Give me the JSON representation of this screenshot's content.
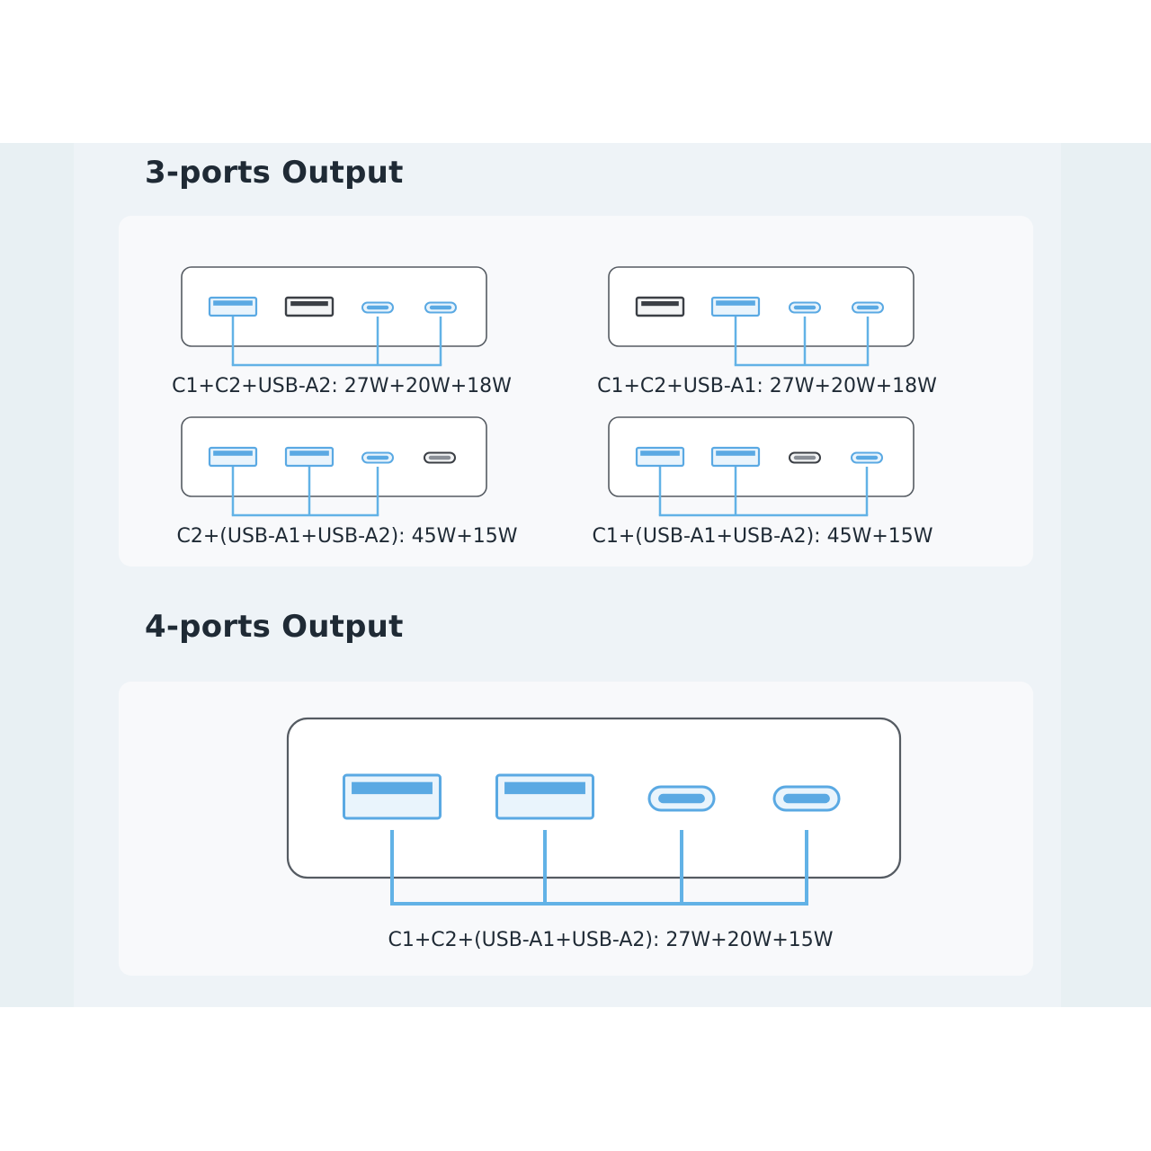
{
  "sections": [
    {
      "id": "three-ports",
      "heading": "3-ports Output",
      "configs": [
        {
          "ports": [
            {
              "kind": "usb-a",
              "active": true
            },
            {
              "kind": "usb-a",
              "active": false
            },
            {
              "kind": "usb-c",
              "active": true
            },
            {
              "kind": "usb-c",
              "active": true
            }
          ],
          "caption": "C1+C2+USB-A2: 27W+20W+18W"
        },
        {
          "ports": [
            {
              "kind": "usb-a",
              "active": false
            },
            {
              "kind": "usb-a",
              "active": true
            },
            {
              "kind": "usb-c",
              "active": true
            },
            {
              "kind": "usb-c",
              "active": true
            }
          ],
          "caption": "C1+C2+USB-A1: 27W+20W+18W"
        },
        {
          "ports": [
            {
              "kind": "usb-a",
              "active": true
            },
            {
              "kind": "usb-a",
              "active": true
            },
            {
              "kind": "usb-c",
              "active": true
            },
            {
              "kind": "usb-c",
              "active": false
            }
          ],
          "caption": "C2+(USB-A1+USB-A2): 45W+15W"
        },
        {
          "ports": [
            {
              "kind": "usb-a",
              "active": true
            },
            {
              "kind": "usb-a",
              "active": true
            },
            {
              "kind": "usb-c",
              "active": false
            },
            {
              "kind": "usb-c",
              "active": true
            }
          ],
          "caption": "C1+(USB-A1+USB-A2): 45W+15W"
        }
      ]
    },
    {
      "id": "four-ports",
      "heading": "4-ports Output",
      "configs": [
        {
          "ports": [
            {
              "kind": "usb-a",
              "active": true
            },
            {
              "kind": "usb-a",
              "active": true
            },
            {
              "kind": "usb-c",
              "active": true
            },
            {
              "kind": "usb-c",
              "active": true
            }
          ],
          "caption": "C1+C2+(USB-A1+USB-A2): 27W+20W+15W"
        }
      ]
    }
  ],
  "colors": {
    "active_port": "#5aa9e3",
    "active_fill": "#e9f4fc",
    "inactive_port": "#3b3f45",
    "inactive_fill": "#8a8f96",
    "connector_line": "#62b2e6",
    "device_outline": "#555b62",
    "text": "#1f2a35"
  }
}
